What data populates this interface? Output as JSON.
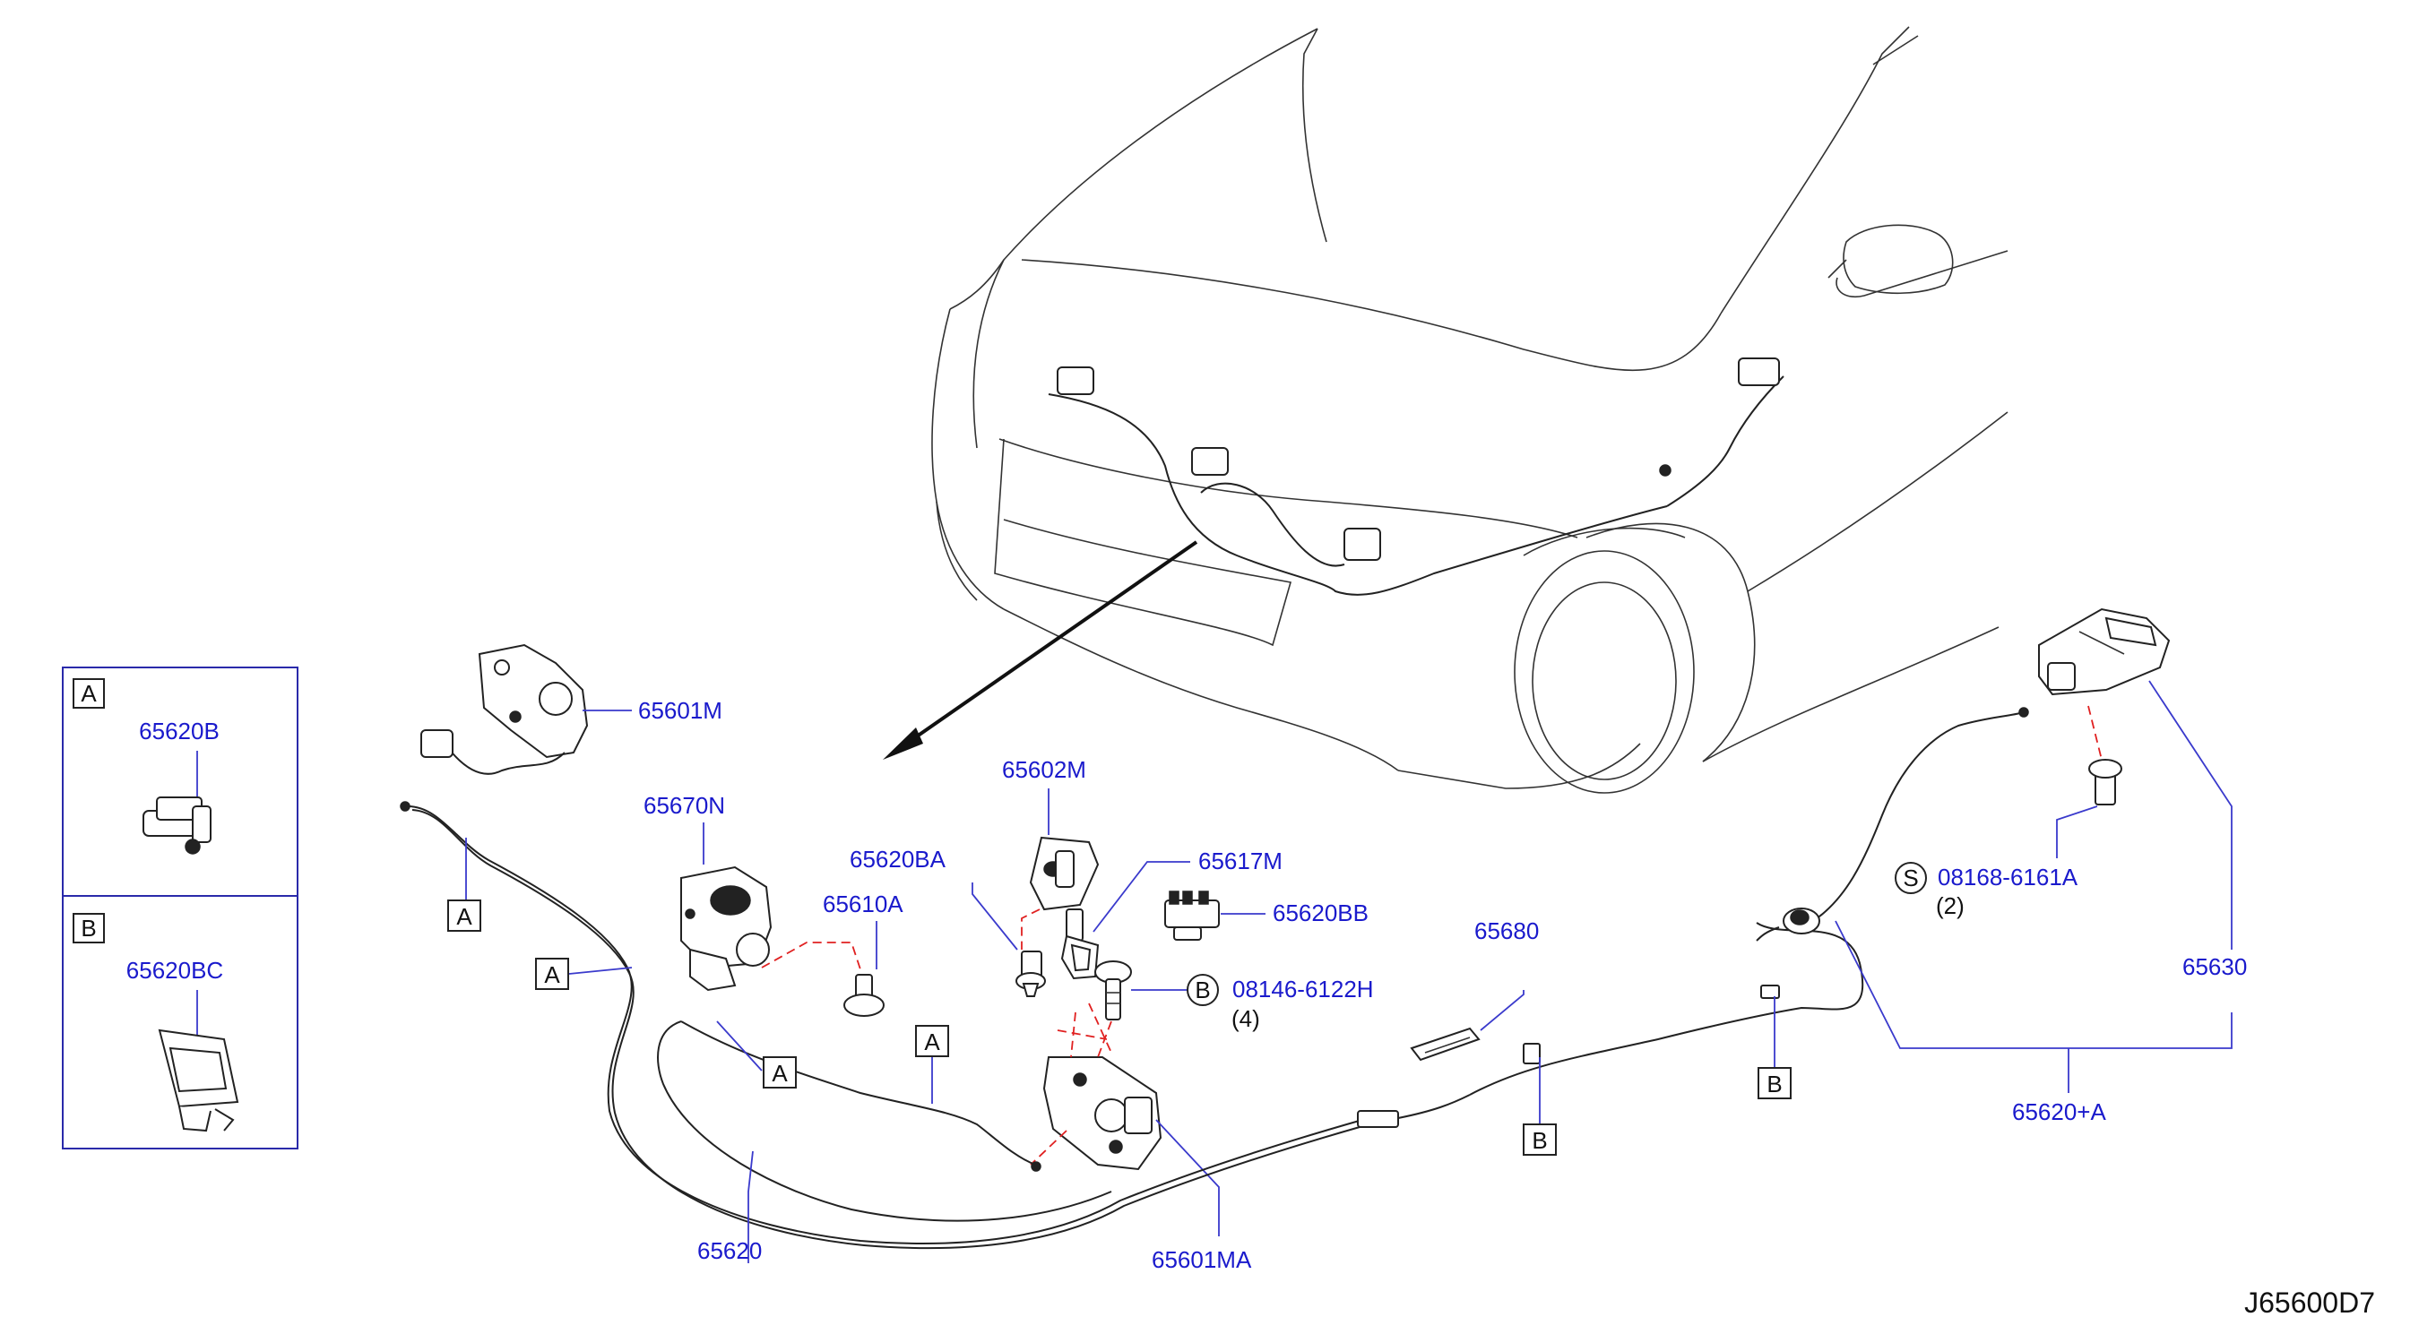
{
  "diagram_code": "J65600D7",
  "inset_panels": [
    {
      "ref": "A",
      "part": "65620B"
    },
    {
      "ref": "B",
      "part": "65620BC"
    }
  ],
  "parts": {
    "p65601M": "65601M",
    "p65670N": "65670N",
    "p65602M": "65602M",
    "p65620BA": "65620BA",
    "p65617M": "65617M",
    "p65610A": "65610A",
    "p65620BB": "65620BB",
    "p08146": "08146-6122H",
    "p08146_qty": "(4)",
    "p65680": "65680",
    "p08168": "08168-6161A",
    "p08168_qty": "(2)",
    "p65630": "65630",
    "p65620A": "65620+A",
    "p65620": "65620",
    "p65601MA": "65601MA"
  },
  "markers": {
    "a": "A",
    "b": "B",
    "s": "S"
  },
  "colors": {
    "part_number": "#1a1acc",
    "leader": "#3a3acc",
    "hidden_line": "#e02020",
    "outline": "#222222"
  }
}
